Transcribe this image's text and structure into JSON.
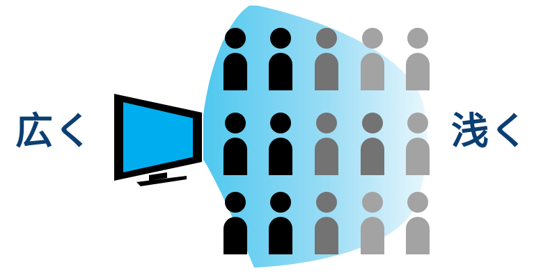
{
  "labels": {
    "left": "広く",
    "right": "浅く"
  },
  "colors": {
    "label_text": "#0b3f73",
    "tv_screen": "#00aeef",
    "tv_frame": "#000000",
    "beam_dark": "#4fc8ef",
    "beam_light": "#e8f7fd",
    "person_black": "#000000",
    "person_dark_gray": "#737373",
    "person_light_gray": "#a3a3a3"
  },
  "audience": {
    "rows": [
      [
        "black",
        "black",
        "dark_gray",
        "light_gray",
        "light_gray"
      ],
      [
        "black",
        "black",
        "dark_gray",
        "dark_gray",
        "light_gray"
      ],
      [
        "black",
        "black",
        "dark_gray",
        "light_gray",
        "light_gray"
      ]
    ]
  }
}
